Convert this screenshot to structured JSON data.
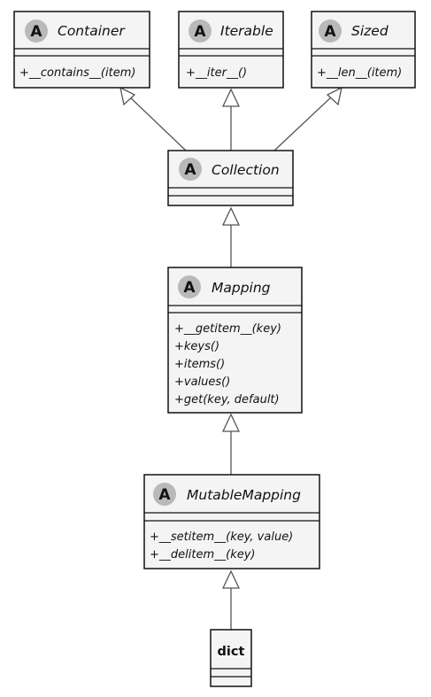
{
  "diagram": {
    "abstract_badge": "A",
    "classes": {
      "container": {
        "name": "Container",
        "methods": [
          "+__contains__(item)"
        ]
      },
      "iterable": {
        "name": "Iterable",
        "methods": [
          "+__iter__()"
        ]
      },
      "sized": {
        "name": "Sized",
        "methods": [
          "+__len__(item)"
        ]
      },
      "collection": {
        "name": "Collection",
        "methods": []
      },
      "mapping": {
        "name": "Mapping",
        "methods": [
          "+__getitem__(key)",
          "+keys()",
          "+items()",
          "+values()",
          "+get(key, default)"
        ]
      },
      "mutablemapping": {
        "name": "MutableMapping",
        "methods": [
          "+__setitem__(key, value)",
          "+__delitem__(key)"
        ]
      },
      "dict": {
        "name": "dict",
        "methods": []
      }
    },
    "relationships": [
      {
        "from": "Collection",
        "to": "Container",
        "type": "inheritance"
      },
      {
        "from": "Collection",
        "to": "Iterable",
        "type": "inheritance"
      },
      {
        "from": "Collection",
        "to": "Sized",
        "type": "inheritance"
      },
      {
        "from": "Mapping",
        "to": "Collection",
        "type": "inheritance"
      },
      {
        "from": "MutableMapping",
        "to": "Mapping",
        "type": "inheritance"
      },
      {
        "from": "dict",
        "to": "MutableMapping",
        "type": "inheritance"
      }
    ],
    "colors": {
      "box_fill": "#f4f4f4",
      "box_stroke": "#111111",
      "badge_fill": "#b9b9b9",
      "line": "#555555"
    }
  }
}
